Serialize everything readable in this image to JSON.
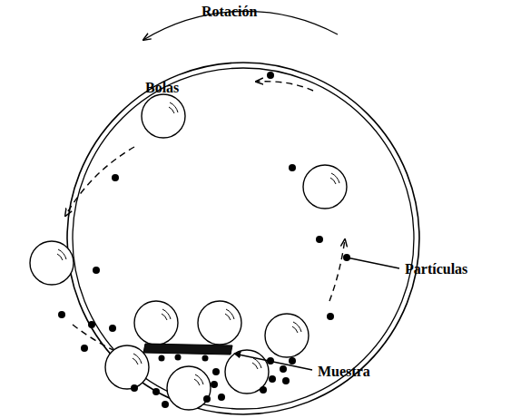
{
  "diagram": {
    "labels": [
      "Rotación",
      "Bolas",
      "Partículas",
      "Muestra"
    ]
  }
}
